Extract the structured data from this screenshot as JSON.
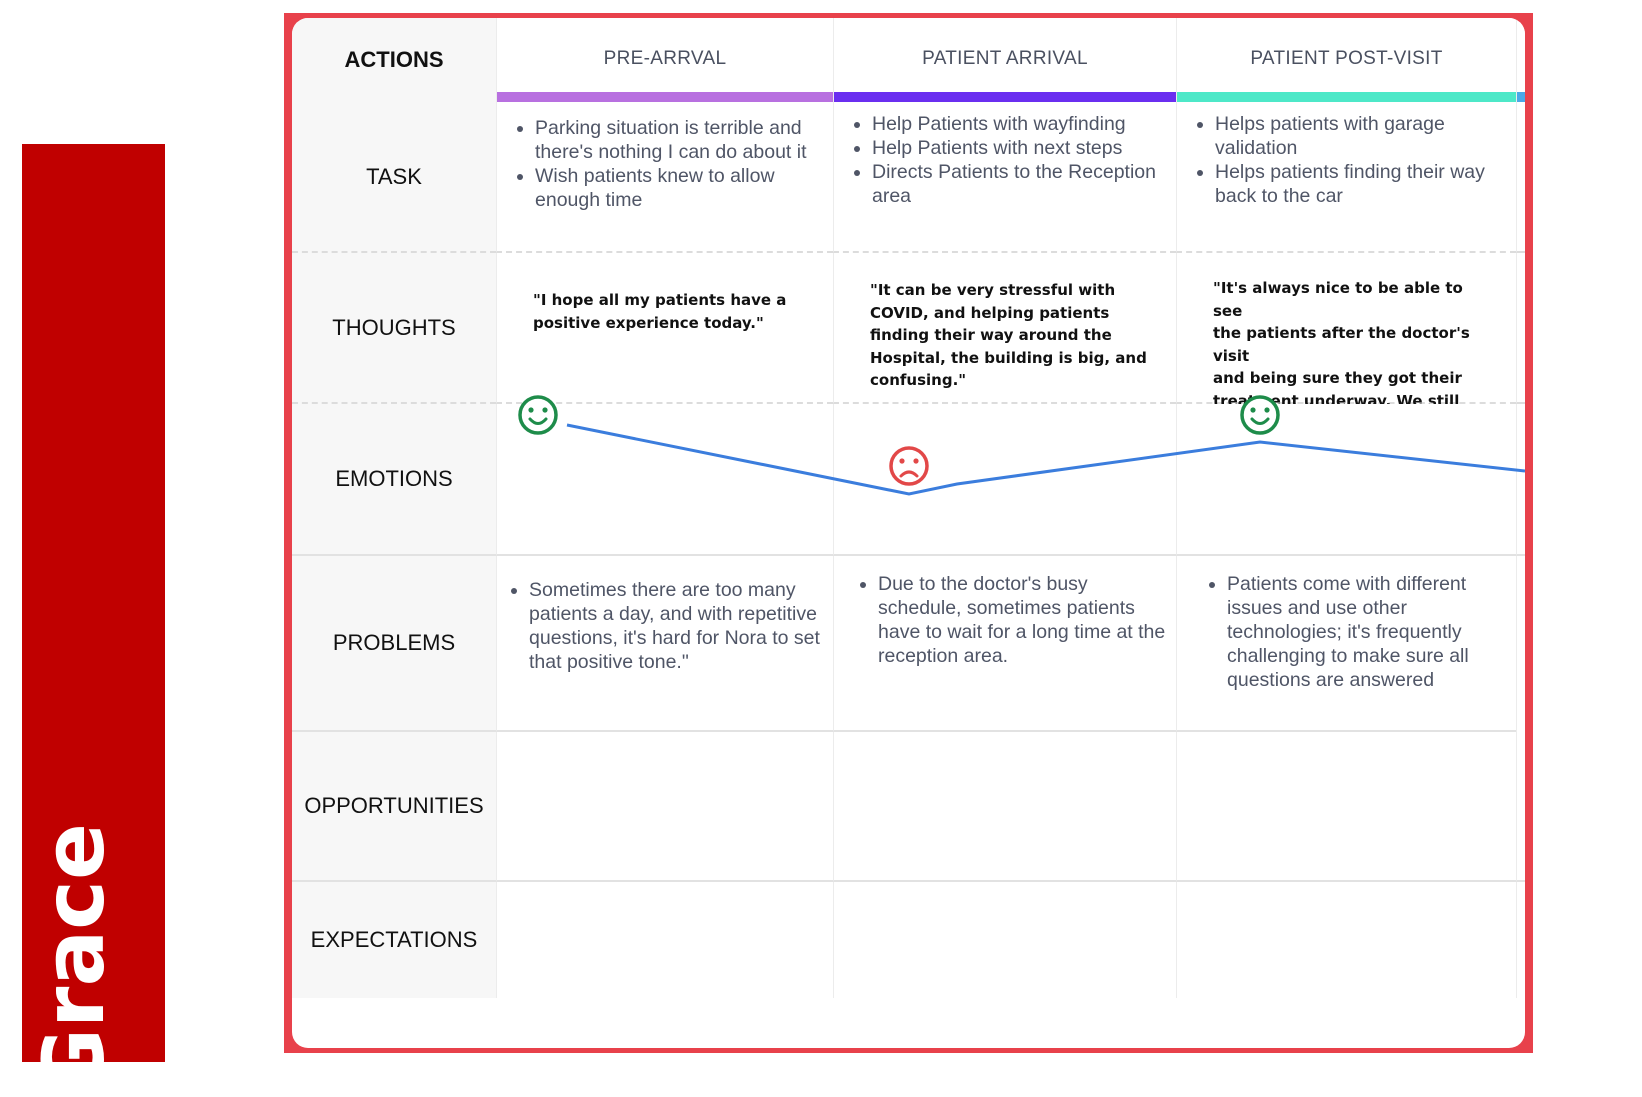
{
  "name_label": "Grace",
  "colors": {
    "brand": "#c00000",
    "frame": "#e8414b",
    "line": "#3b7ddd",
    "happy": "#1e8c4a",
    "sad": "#e24848"
  },
  "row_labels": {
    "actions": "ACTIONS",
    "task": "TASK",
    "thoughts": "THOUGHTS",
    "emotions": "EMOTIONS",
    "problems": "PROBLEMS",
    "opportunities": "OPPORTUNITIES",
    "expectations": "EXPECTATIONS"
  },
  "columns": [
    {
      "title": "PRE-ARRVAL",
      "stripe": "#b870e0",
      "task": [
        "Parking situation is terrible and there's nothing I can do about it",
        "Wish patients knew to allow enough time"
      ],
      "thought": "\"I hope all my patients have a\npositive experience today.\"",
      "emotion": "happy",
      "emotion_icon": "smiley-face-icon",
      "problems": [
        "Sometimes there are too many patients a day, and with repetitive questions, it's hard for Nora to set that positive tone.\""
      ]
    },
    {
      "title": "PATIENT ARRIVAL",
      "stripe": "#6a2ef0",
      "task": [
        "Help Patients with wayfinding",
        "Help Patients with next steps",
        "Directs Patients to the Reception area"
      ],
      "thought": "\"It can be very stressful with\nCOVID, and helping patients\nfinding their way around the\nHospital, the building is big, and\nconfusing.\"",
      "emotion": "sad",
      "emotion_icon": "frowning-face-icon",
      "problems": [
        "Due to the doctor's busy schedule, sometimes patients have to wait for a long time at the reception area."
      ]
    },
    {
      "title": "PATIENT POST-VISIT",
      "stripe": "#4de8c8",
      "task": [
        "Helps patients with garage validation",
        "Helps patients finding their way back to the car"
      ],
      "thought": "\"It's always nice to be able to see\nthe patients after the doctor's visit\nand being sure they got their\ntreatment underway. We still need\nto answer a lot of questions too.\"",
      "emotion": "happy",
      "emotion_icon": "smiley-face-icon",
      "problems": [
        "Patients come with different issues and use other technologies; it's frequently challenging to make sure all questions are answered"
      ]
    }
  ]
}
